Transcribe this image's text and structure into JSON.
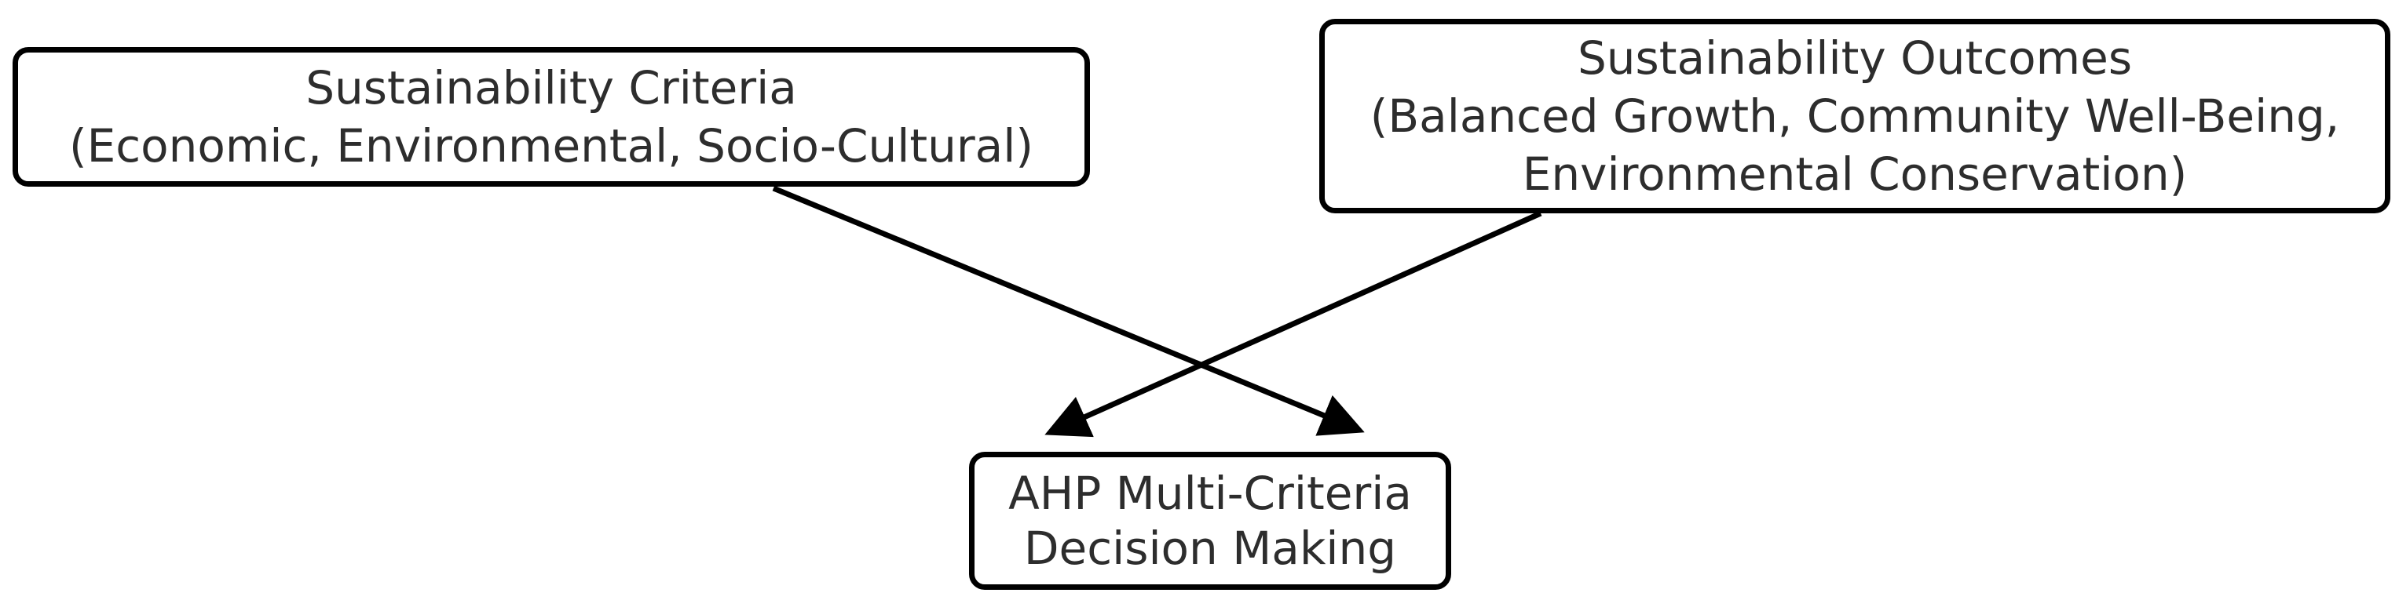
{
  "diagram": {
    "type": "flowchart",
    "background_color": "#ffffff",
    "node_border_color": "#000000",
    "node_fill_color": "#ffffff",
    "text_color": "#2d2d2d",
    "arrow_color": "#000000",
    "nodes": {
      "criteria": {
        "id": "criteria",
        "label": "Sustainability Criteria\n(Economic, Environmental, Socio-Cultural)"
      },
      "outcomes": {
        "id": "outcomes",
        "label": "Sustainability Outcomes\n(Balanced Growth, Community Well-Being,\nEnvironmental Conservation)"
      },
      "ahp": {
        "id": "ahp",
        "label": "AHP Multi-Criteria\nDecision Making"
      }
    },
    "edges": [
      {
        "from": "criteria",
        "to": "ahp",
        "style": "solid-arrow"
      },
      {
        "from": "outcomes",
        "to": "ahp",
        "style": "solid-arrow"
      }
    ]
  }
}
